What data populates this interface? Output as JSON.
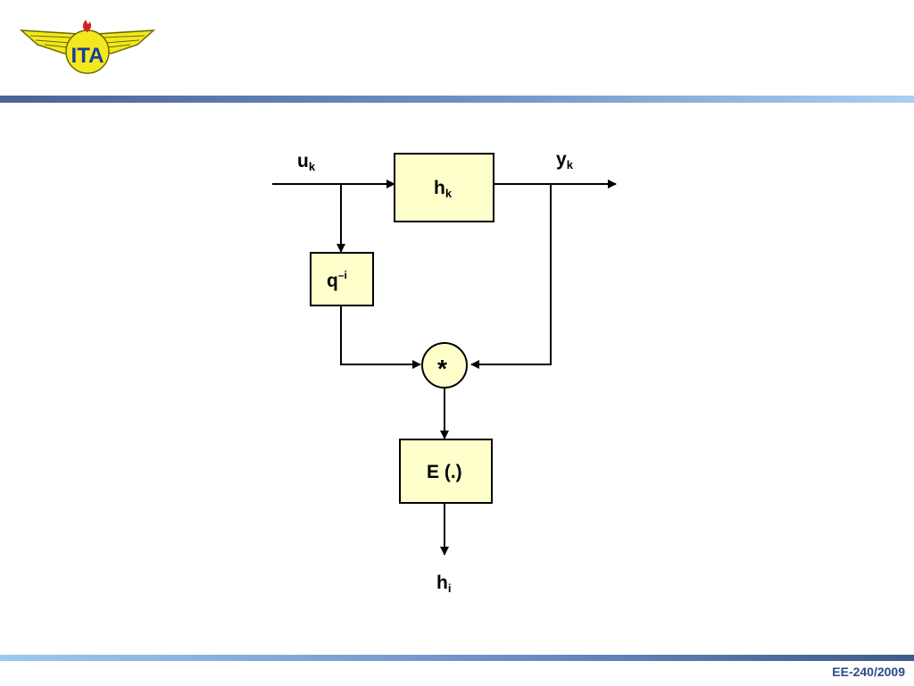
{
  "logo": {
    "text": "ITA",
    "colors": {
      "wing": "#f3e81e",
      "outline": "#6a6a00",
      "letters": "#1a3a9a",
      "flame": "#d22020"
    }
  },
  "footer": {
    "course": "EE-240/2009"
  },
  "diagram": {
    "input": {
      "main": "u",
      "sub": "k"
    },
    "output": {
      "main": "y",
      "sub": "k"
    },
    "system_block": {
      "main": "h",
      "sub": "k"
    },
    "delay_block": {
      "main": "q",
      "sup": "–i"
    },
    "product_node": {
      "symbol": "*"
    },
    "expectation_block": {
      "label": "E (.)"
    },
    "result": {
      "main": "h",
      "sub": "i"
    },
    "colors": {
      "block_fill": "#ffffcc",
      "line": "#000000"
    }
  }
}
